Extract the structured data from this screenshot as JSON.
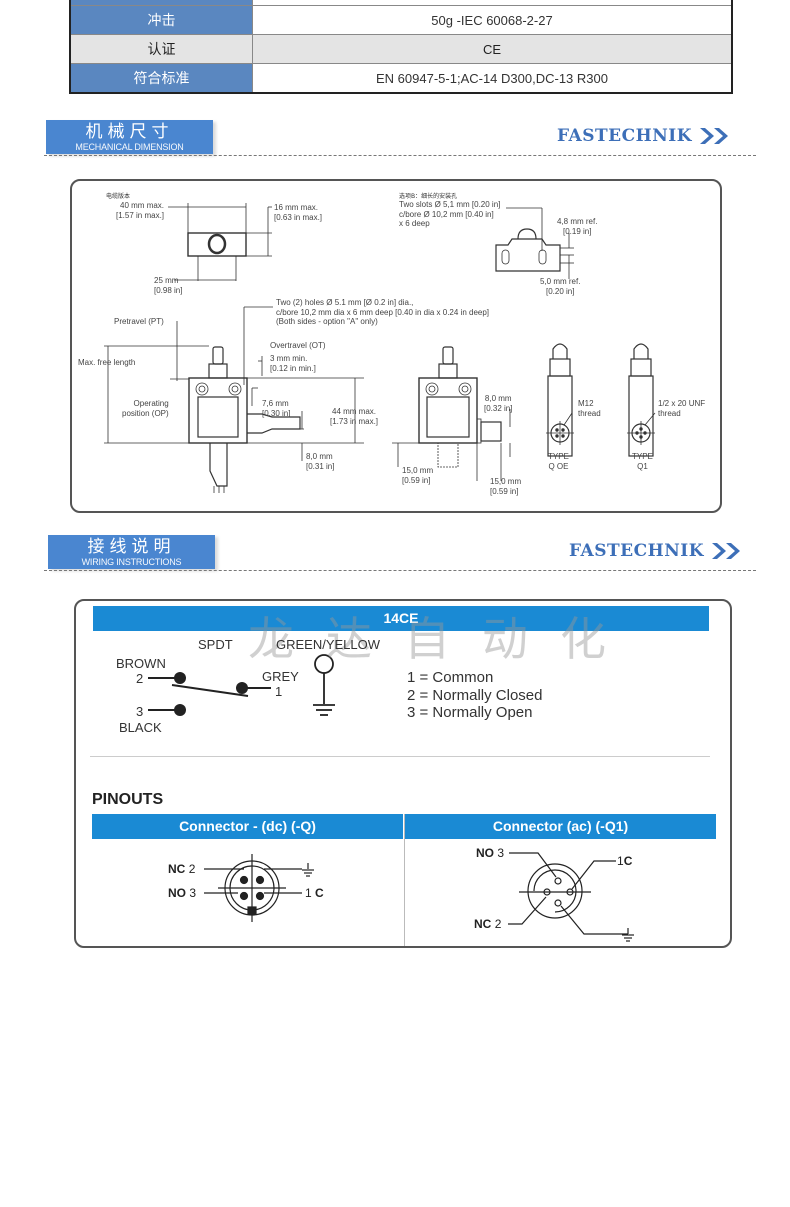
{
  "spec_table": {
    "rows": [
      {
        "key": "",
        "value": "",
        "style": "blue"
      },
      {
        "key": "冲击",
        "value": "50g -IEC 60068-2-27",
        "style": "blue"
      },
      {
        "key": "认证",
        "value": "CE",
        "style": "grey"
      },
      {
        "key": "符合标准",
        "value": "EN 60947-5-1;AC-14 D300,DC-13 R300",
        "style": "blue"
      }
    ]
  },
  "sections": {
    "mechanical": {
      "title_cn": "机械尺寸",
      "title_en": "MECHANICAL DIMENSION",
      "brand": "FASTECHNIK",
      "brand_icon": "double-chevron-right-icon"
    },
    "wiring": {
      "title_cn": "接线说明",
      "title_en": "WIRING INSTRUCTIONS",
      "brand": "FASTECHNIK",
      "brand_icon": "double-chevron-right-icon"
    }
  },
  "colors": {
    "tab_blue": "#4a86d0",
    "brand_blue": "#3d6fb8",
    "bar_blue": "#1a8ad4",
    "table_blue": "#5a87c0"
  },
  "mechanical": {
    "cable_version_label": "电缆版本",
    "top_view": {
      "width": "40 mm max.\n[1.57 in max.]",
      "height": "16 mm max.\n[0.63 in max.]",
      "hole_spacing": "25 mm\n[0.98 in]"
    },
    "option_b": {
      "label": "选项B：细长的安装孔",
      "slots": "Two slots Ø 5,1 mm [0.20 in]\nc/bore Ø 10,2 mm [0.40 in]\nx 6 deep",
      "dim1": "4,8 mm ref.\n[0.19 in]",
      "dim2": "5,0 mm ref.\n[0.20 in]"
    },
    "front_view": {
      "holes_note": "Two (2) holes Ø 5.1 mm [Ø 0.2 in] dia.,\nc/bore 10,2 mm dia x 6 mm deep [0.40 in dia x 0.24 in deep]\n(Both sides - option \"A\" only)",
      "pretravel": "Pretravel (PT)",
      "overtravel": "Overtravel (OT)",
      "min3": "3 mm min.\n[0.12 in min.]",
      "max_free_length": "Max. free length",
      "operating_position": "Operating\nposition (OP)",
      "dim_76": "7,6 mm\n[0.30 in]",
      "dim_44": "44 mm max.\n[1.73 in max.]",
      "dim_80": "8,0 mm\n[0.31 in]"
    },
    "connector_view": {
      "dim_80": "8,0 mm\n[0.32 in]",
      "dim_15a": "15,0 mm\n[0.59 in]",
      "dim_15b": "15,0 mm\n[0.59 in]"
    },
    "types": [
      {
        "thread": "M12\nthread",
        "label": "TYPE\nQ OE"
      },
      {
        "thread": "1/2 x 20 UNF\nthread",
        "label": "TYPE\nQ1"
      }
    ]
  },
  "wiring": {
    "model": "14CE",
    "watermark": "龙达自动化",
    "spdt": "SPDT",
    "ground_label": "GREEN/YELLOW",
    "brown": "BROWN",
    "black": "BLACK",
    "grey": "GREY",
    "pin2": "2",
    "pin3": "3",
    "pin1": "1",
    "legend": [
      "1 = Common",
      "2 = Normally Closed",
      "3 = Normally Open"
    ],
    "pinouts_title": "PINOUTS",
    "connectors": [
      {
        "title": "Connector - (dc) (-Q)",
        "labels": {
          "nc": "NC",
          "nc_pin": "2",
          "no": "NO",
          "no_pin": "3",
          "c_pin": "1",
          "c": "C"
        }
      },
      {
        "title": "Connector (ac) (-Q1)",
        "labels": {
          "no": "NO",
          "no_pin": "3",
          "c_pin": "1",
          "c": "C",
          "nc": "NC",
          "nc_pin": "2"
        }
      }
    ]
  }
}
